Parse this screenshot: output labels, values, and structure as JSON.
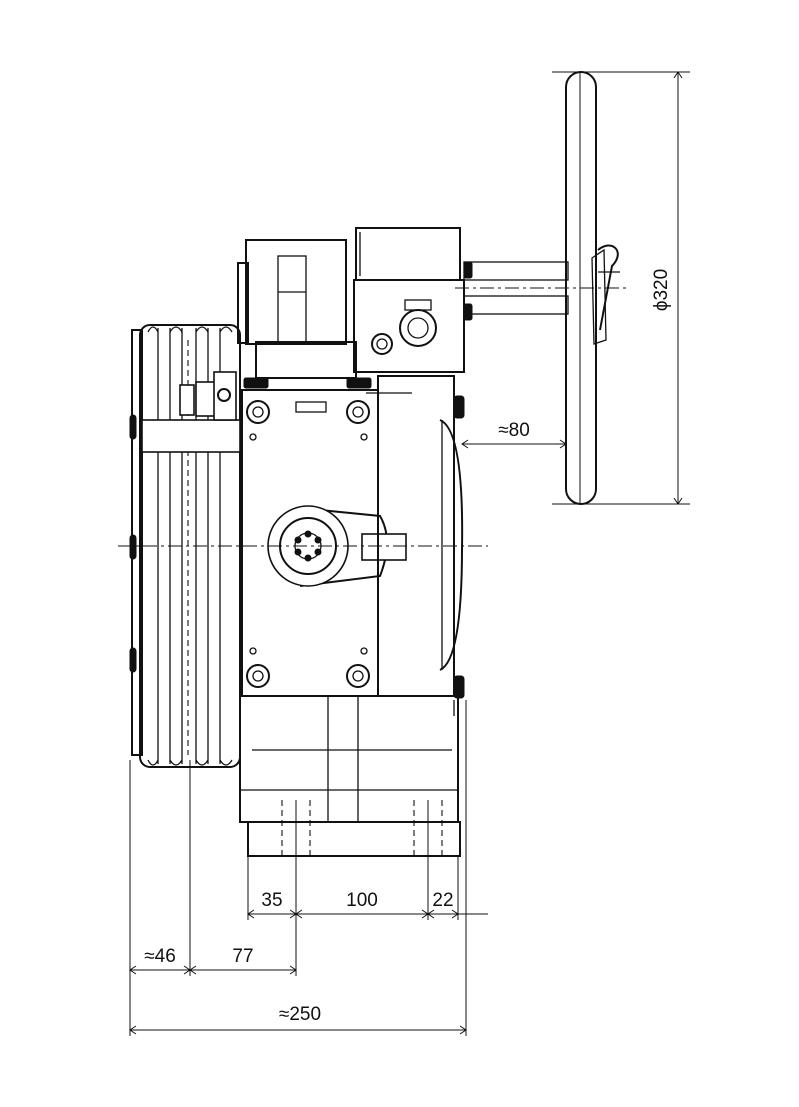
{
  "drawing": {
    "dimensions": {
      "handwheel_diameter": "ϕ320",
      "handwheel_offset": "≈80",
      "base_hole_left": "35",
      "base_hole_spacing": "100",
      "base_right_edge": "22",
      "sheave_width": "≈46",
      "sheave_to_hole": "77",
      "overall_width": "≈250"
    }
  }
}
